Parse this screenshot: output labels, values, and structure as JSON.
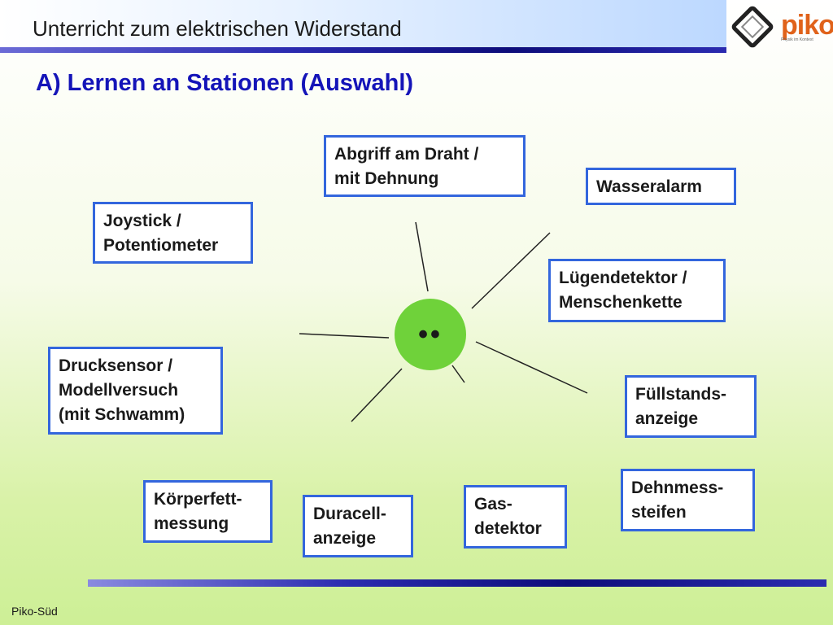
{
  "header": {
    "title": "Unterricht zum elektrischen Widerstand"
  },
  "logo": {
    "text_pi": "pi",
    "text_ko": "ko",
    "tagline": "Physik im Kontext"
  },
  "page_title": "A) Lernen an Stationen (Auswahl)",
  "center": {
    "label": "••",
    "color": "#6fd23a"
  },
  "stations": [
    {
      "id": "abgriff",
      "label": "Abgriff am Draht /\nmit Dehnung"
    },
    {
      "id": "wasseralarm",
      "label": "Wasseralarm"
    },
    {
      "id": "joystick",
      "label": "Joystick /\nPotentiometer"
    },
    {
      "id": "luegendetektor",
      "label": "Lügendetektor /\nMenschenkette"
    },
    {
      "id": "drucksensor",
      "label": "Drucksensor /\nModellversuch\n(mit Schwamm)"
    },
    {
      "id": "fuellstand",
      "label": "Füllstands-\nanzeige"
    },
    {
      "id": "dehnmess",
      "label": "Dehnmess-\nsteifen"
    },
    {
      "id": "koerperfett",
      "label": "Körperfett-\nmessung"
    },
    {
      "id": "duracell",
      "label": "Duracell-\nanzeige"
    },
    {
      "id": "gasdetektor",
      "label": "Gas-\ndetektor"
    }
  ],
  "footer": {
    "text": "Piko-Süd"
  },
  "colors": {
    "box_border": "#3366dd",
    "title": "#1414b8",
    "accent": "#0d0d7a"
  }
}
